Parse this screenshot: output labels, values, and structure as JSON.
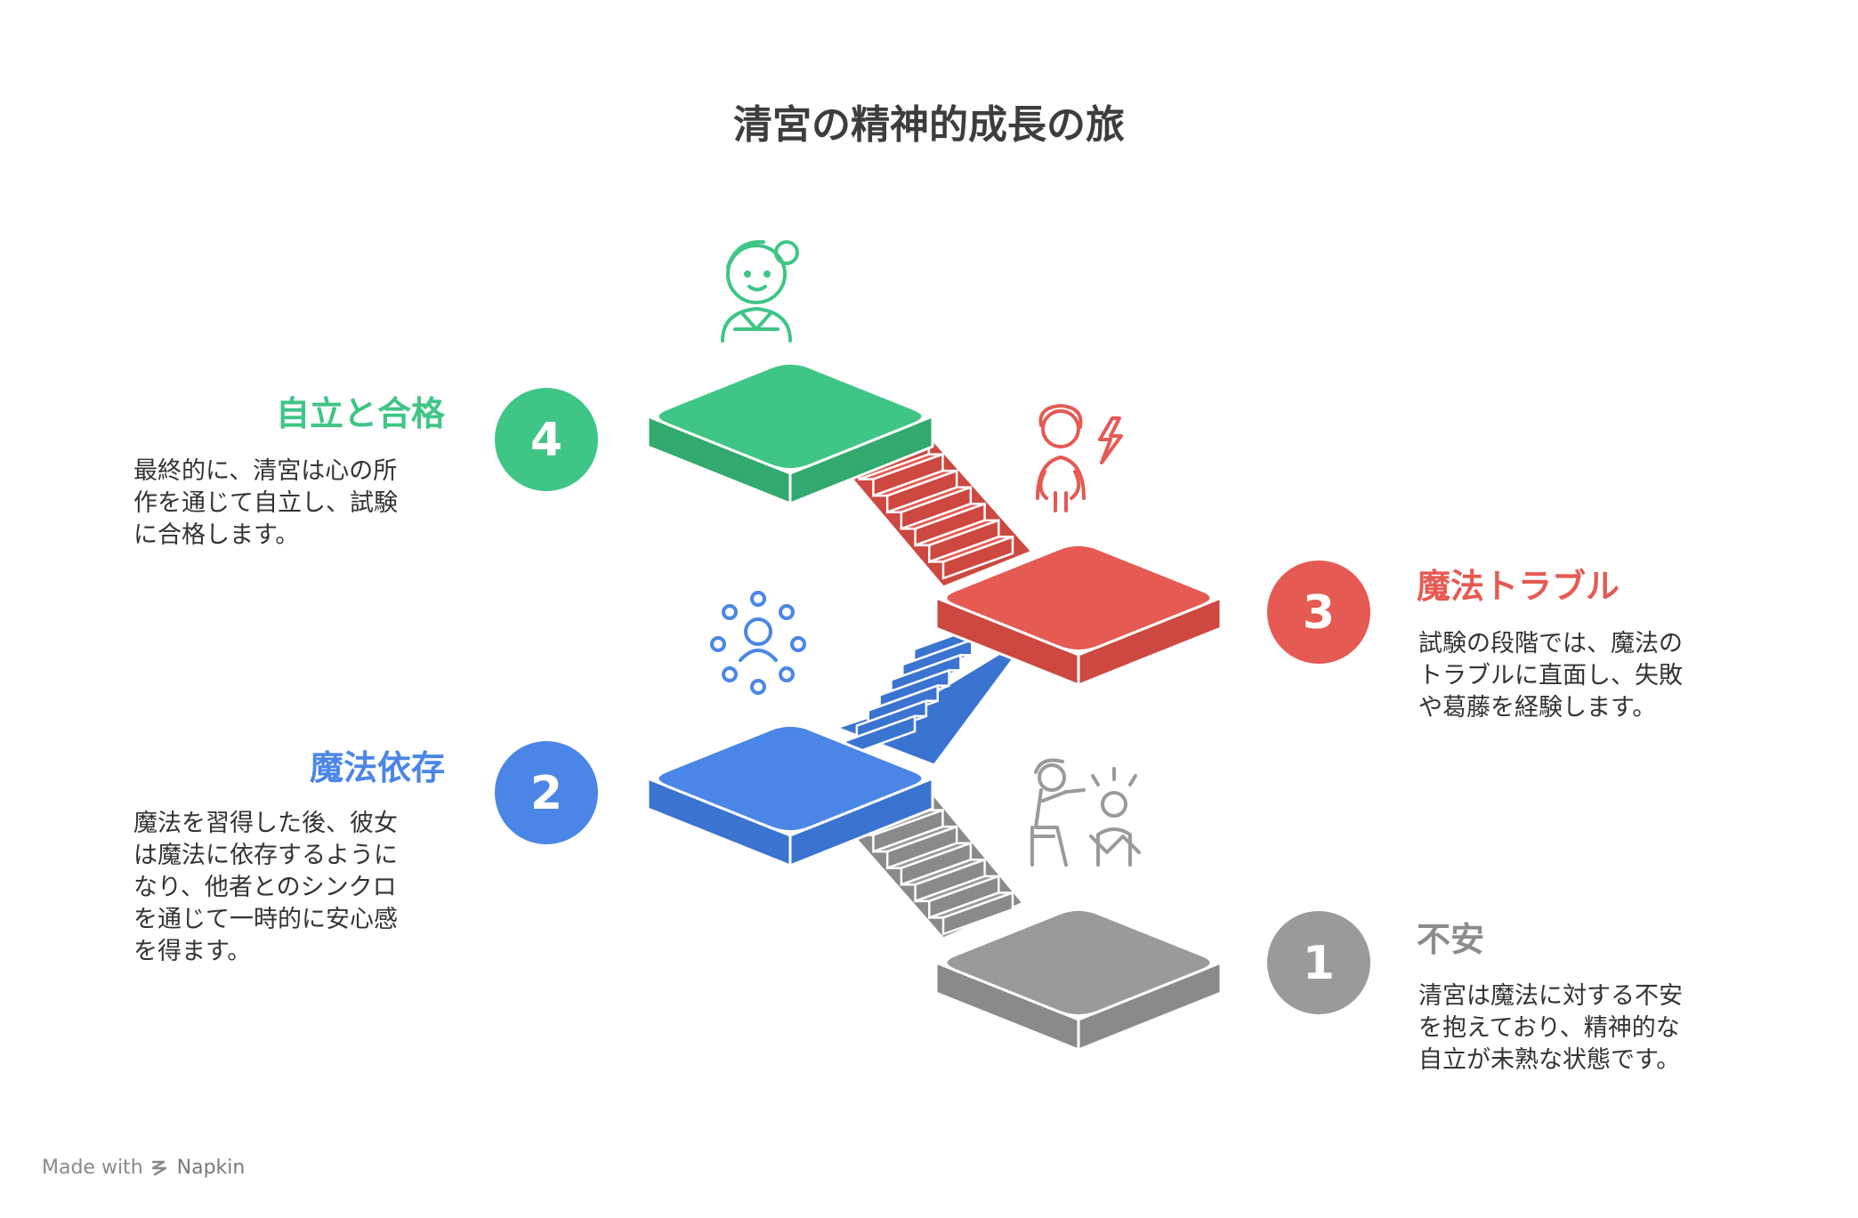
{
  "title": "清宮の精神的成長の旅",
  "colors": {
    "step1": "#9a9a9a",
    "step2": "#4b86e6",
    "step3": "#e55a52",
    "step4": "#3fc585",
    "step1_dark": "#8a8a8a",
    "step2_dark": "#3b73d0",
    "step3_dark": "#cc4840",
    "step4_dark": "#32a96f"
  },
  "stages": [
    {
      "number": "1",
      "label": "不安",
      "desc": [
        "清宮は魔法に対する不安",
        "を抱えており、精神的な",
        "自立が未熟な状態です。"
      ],
      "icon": "teacher-student-icon"
    },
    {
      "number": "2",
      "label": "魔法依存",
      "desc": [
        "魔法を習得した後、彼女",
        "は魔法に依存するように",
        "なり、他者とのシンクロ",
        "を通じて一時的に安心感",
        "を得ます。"
      ],
      "icon": "connected-person-icon"
    },
    {
      "number": "3",
      "label": "魔法トラブル",
      "desc": [
        "試験の段階では、魔法の",
        "トラブルに直面し、失敗",
        "や葛藤を経験します。"
      ],
      "icon": "stressed-person-icon"
    },
    {
      "number": "4",
      "label": "自立と合格",
      "desc": [
        "最終的に、清宮は心の所",
        "作を通じて自立し、試験",
        "に合格します。"
      ],
      "icon": "confident-person-icon"
    }
  ],
  "footer": {
    "prefix": "Made with",
    "brand": "Napkin"
  }
}
